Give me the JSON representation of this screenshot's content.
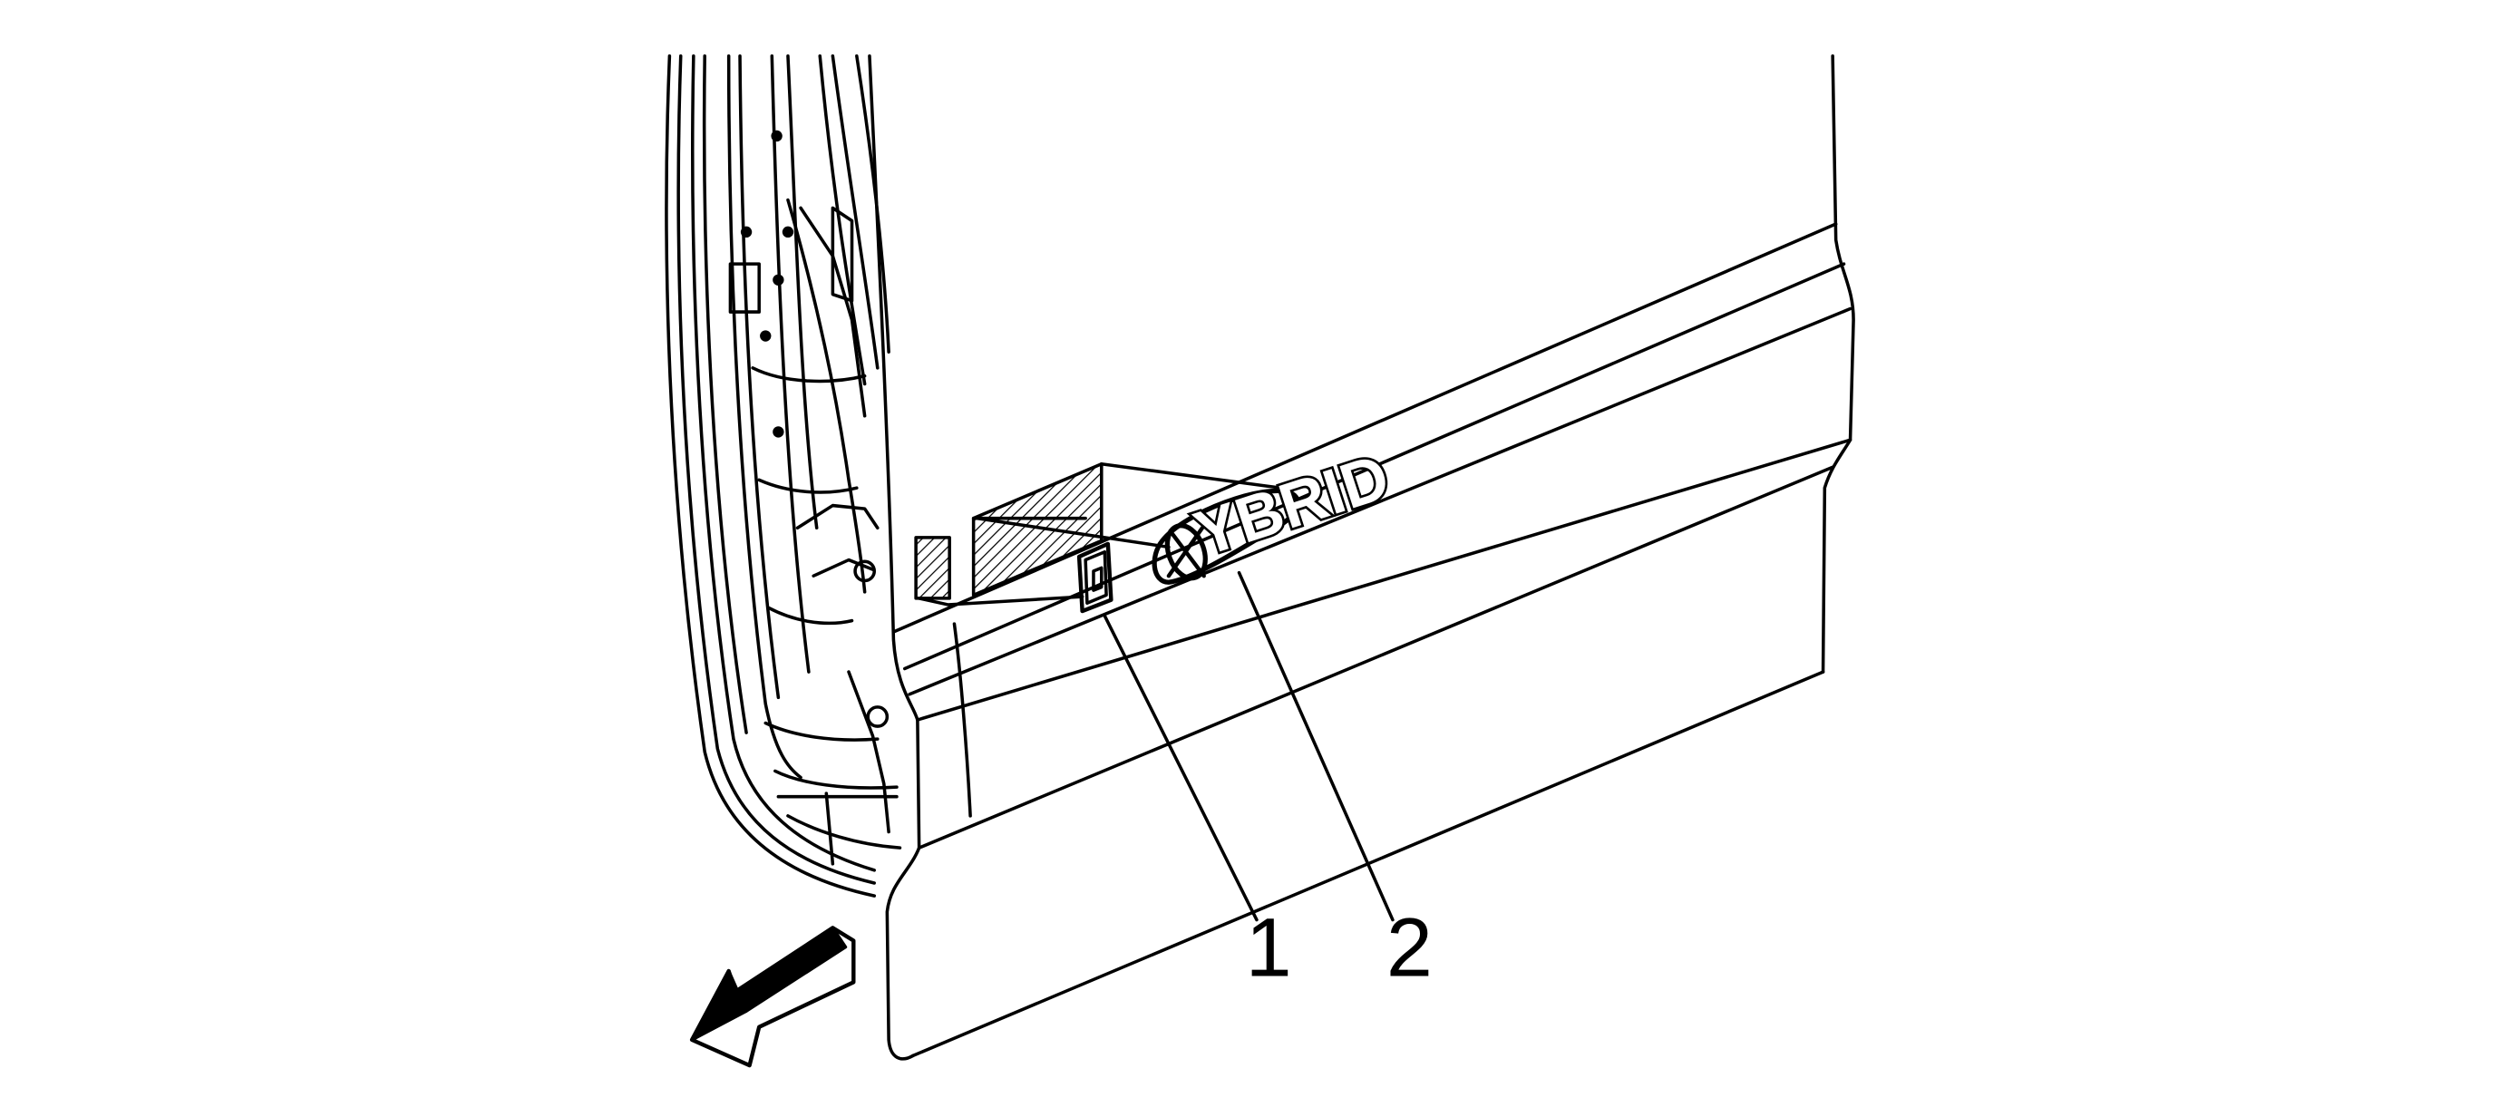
{
  "diagram": {
    "callouts": [
      {
        "id": "1",
        "label": "1"
      },
      {
        "id": "2",
        "label": "2"
      }
    ],
    "badge": {
      "text": "YBRID",
      "icon": "hybrid-emblem-icon"
    },
    "direction_arrow": {
      "icon": "front-direction-arrow-icon"
    },
    "colors": {
      "line": "#000000",
      "background": "#ffffff"
    }
  }
}
